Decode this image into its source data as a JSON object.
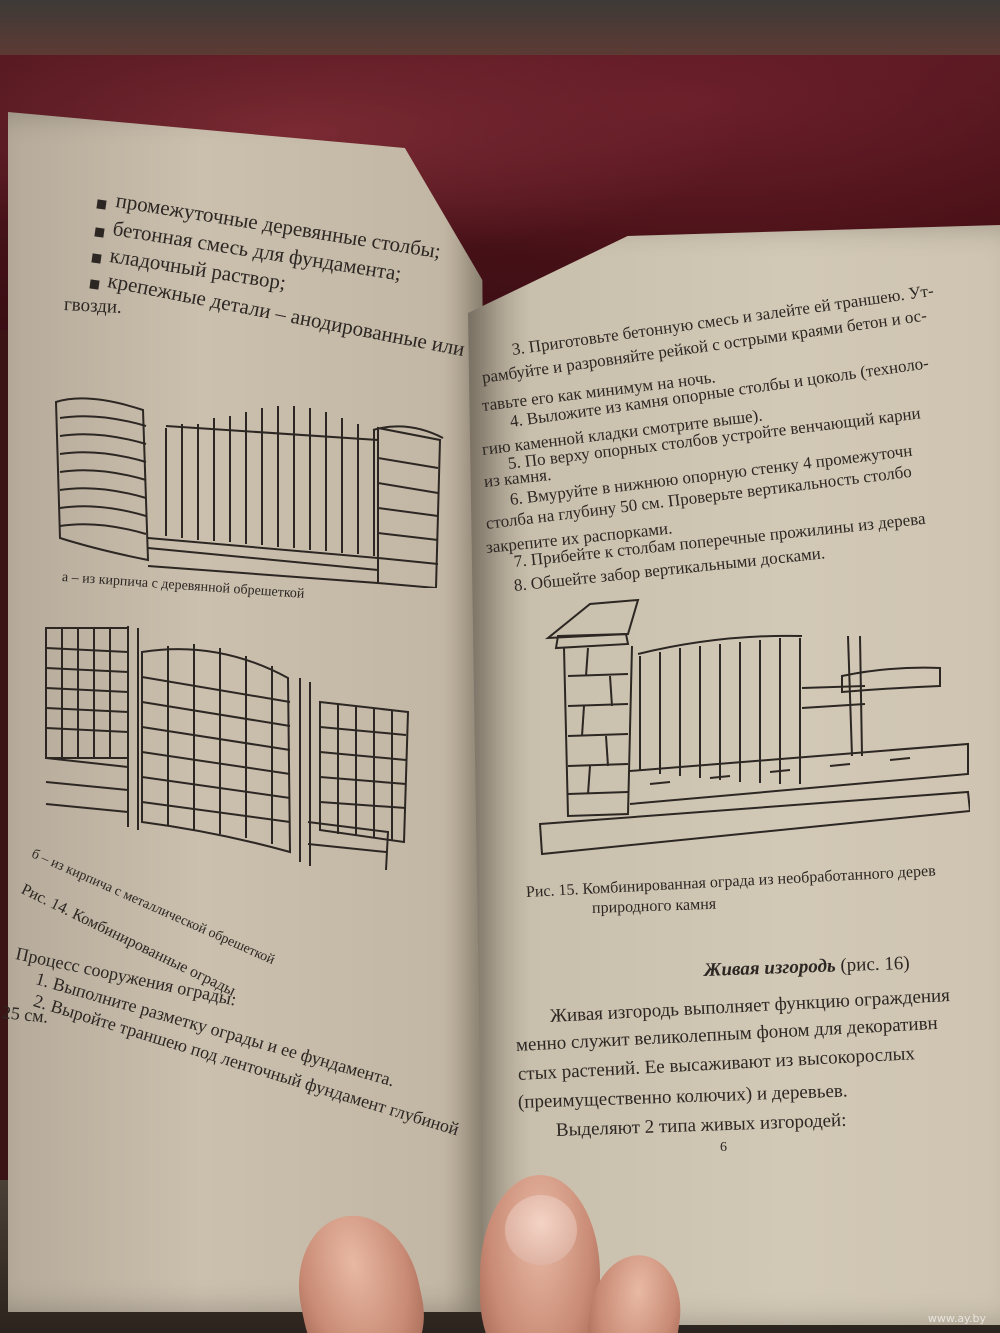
{
  "left_page": {
    "bullets": [
      "промежуточные деревянные столбы;",
      "бетонная смесь для фундамента;",
      "кладочный раствор;",
      "крепежные детали – анодированные или оцин"
    ],
    "bullet_continuation": "гвозди.",
    "caption_a": "а – из кирпича с деревянной обрешеткой",
    "caption_b": "б – из кирпича с металлической обрешеткой",
    "figure_caption": "Рис. 14. Комбинированные ограды",
    "process_title": "Процесс сооружения ограды:",
    "steps": [
      "1.  Выполните разметку ограды и ее фундамента.",
      "2.  Выройте траншею под ленточный фундамент глубиной"
    ],
    "step_continuation": "25 см."
  },
  "right_page": {
    "lines": [
      "3.  Приготовьте бетонную смесь и залейте ей траншею. Ут-",
      "рамбуйте и разровняйте рейкой с острыми краями бетон и ос-",
      "тавьте его как минимум на ночь.",
      "4.  Выложите из камня опорные столбы и цоколь (техноло-",
      "гию каменной кладки смотрите выше).",
      "5.  По верху опорных столбов устройте венчающий карни",
      "из камня.",
      "6.  Вмуруйте в нижнюю опорную стенку 4 промежуточн",
      "столба на глубину 50 см. Проверьте вертикальность столбо",
      "закрепите их распорками.",
      "7.  Прибейте к столбам поперечные прожилины из дерева",
      "8.  Обшейте забор вертикальными досками."
    ],
    "figure_caption_line1": "Рис. 15. Комбинированная ограда из необработанного дерев",
    "figure_caption_line2": "природного камня",
    "section_title": "Живая изгородь",
    "section_ref": " (рис. 16)",
    "para": [
      "Живая изгородь выполняет функцию ограждения",
      "менно служит великолепным фоном для декоративн",
      "стых растений. Ее высаживают из высокорослых",
      "(преимущественно колючих) и деревьев.",
      "Выделяют 2 типа живых изгородей:"
    ],
    "page_number": "6"
  },
  "watermark": "www.ay.by"
}
